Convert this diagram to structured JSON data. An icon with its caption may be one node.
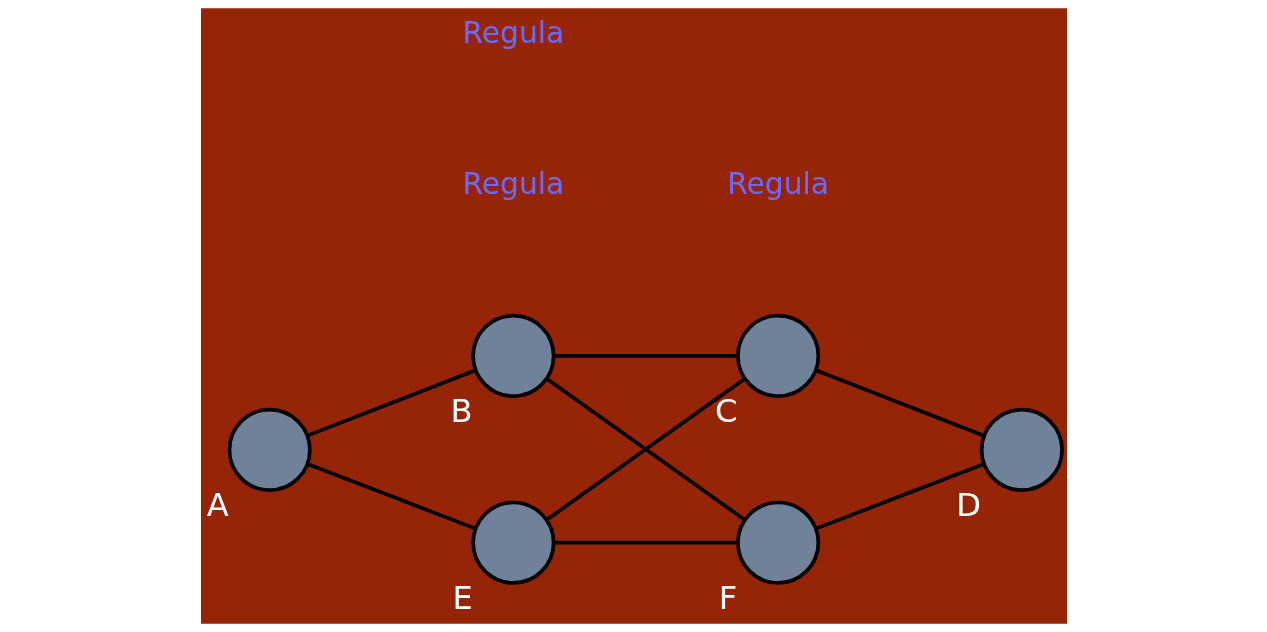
{
  "diagram": {
    "nodes": [
      {
        "text": [],
        "shape": "circle",
        "beside": [
          "A"
        ]
      },
      {
        "text": [],
        "shape": "circle",
        "beside": [
          "B"
        ]
      },
      {
        "text": [],
        "shape": "circle",
        "beside": [
          "C"
        ]
      },
      {
        "text": [],
        "shape": "circle",
        "beside": [
          "D"
        ]
      },
      {
        "text": [],
        "shape": "circle",
        "beside": [
          "E"
        ]
      },
      {
        "text": [],
        "shape": "circle",
        "beside": [
          "F"
        ]
      }
    ],
    "edges": [
      {
        "from": 0,
        "to": 1,
        "arrow": "none"
      },
      {
        "from": 0,
        "to": 4,
        "arrow": "none"
      },
      {
        "from": 1,
        "to": 2,
        "arrow": "none"
      },
      {
        "from": 1,
        "to": 5,
        "arrow": "none"
      },
      {
        "from": 2,
        "to": 4,
        "arrow": "none"
      },
      {
        "from": 2,
        "to": 3,
        "arrow": "none"
      },
      {
        "from": 3,
        "to": 5,
        "arrow": "none"
      },
      {
        "from": 4,
        "to": 5,
        "arrow": "none"
      }
    ],
    "labels": [
      "Regula",
      "Regula",
      "Regula"
    ]
  }
}
